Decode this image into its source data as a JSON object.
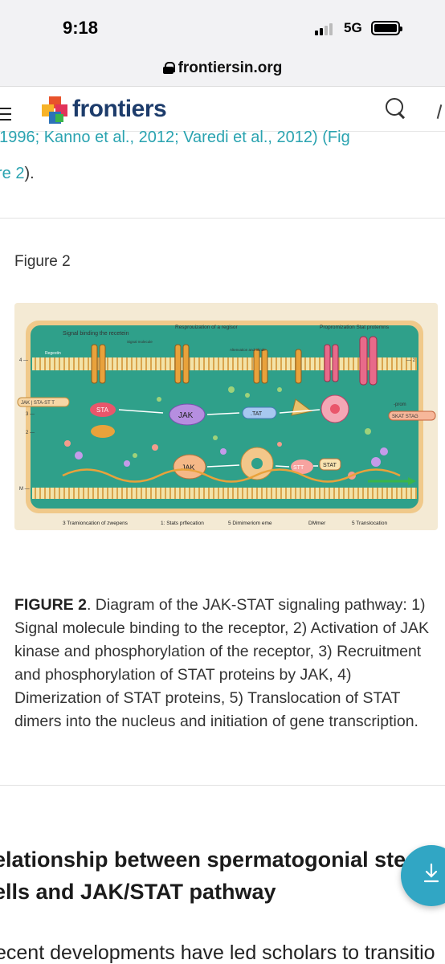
{
  "status": {
    "time": "9:18",
    "network": "5G"
  },
  "browser": {
    "url": "frontiersin.org"
  },
  "header": {
    "brand": "frontiers"
  },
  "article": {
    "cite_line": ", 1996; Kanno et al., 2012; Varedi et al., 2012) (Fig",
    "cite_line2_link": "re 2",
    "cite_line2_end": ")."
  },
  "figure": {
    "label": "Figure 2",
    "labels": {
      "signal_binding": "Signal binding the recetein",
      "reorganization": "Resprouization of a regisor",
      "propromization": "Propromization Stat protemns",
      "regestin": "Regestin",
      "signal_molecule": "Signal molecule",
      "alteration": "Altenvation and Slinde",
      "jak_sta": "JAK | STA-ST T",
      "prom": "-prom",
      "skat_stag": "SKAT STAG",
      "jak_center": "JAK",
      "jak_lower": "JAK",
      "sta": "STA",
      "tat": ".TAT",
      "stat": "STAT",
      "stt": "STT",
      "num4": "4 —",
      "num2": "— 2",
      "num3": "3 —",
      "num2b": "2 —",
      "numM": "M —"
    },
    "bottom_labels": [
      "3  Tramioncation of zwepens",
      "1: Stats prflecation",
      "5 Dimimeriom eme",
      "DMmer",
      "5 Translocation"
    ]
  },
  "caption": {
    "prefix": "FIGURE 2",
    "text": ". Diagram of the JAK-STAT signaling pathway: 1) Signal molecule binding to the receptor, 2) Activation of JAK kinase and phosphorylation of the receptor, 3) Recruitment and phosphorylation of STAT proteins by JAK, 4) Dimerization of STAT proteins, 5) Translocation of STAT dimers into the nucleus and initiation of gene transcription."
  },
  "section": {
    "title_line1": "elationship between spermatogonial ste",
    "title_line2": "ells and JAK/STAT pathway"
  },
  "body": {
    "partial_line": "ecent developments have led scholars to transitio"
  },
  "colors": {
    "accent": "#2aa3b0",
    "brand": "#1d3c6b",
    "download": "#31a6c4",
    "membrane": "#2fa08a"
  }
}
